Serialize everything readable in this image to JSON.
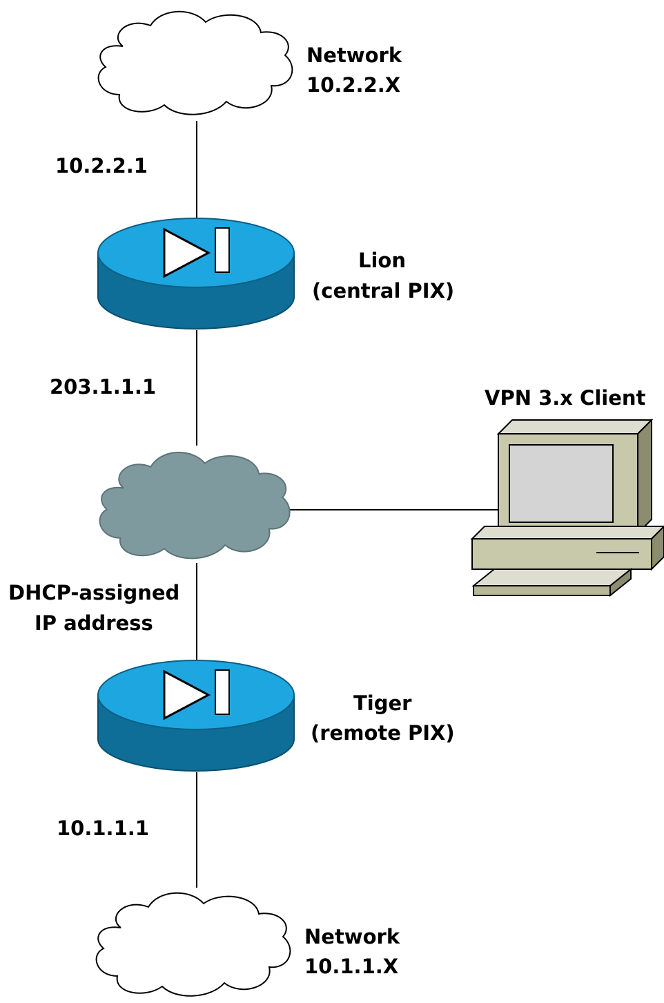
{
  "nodes": {
    "top_network": {
      "line1": "Network",
      "line2": "10.2.2.X"
    },
    "lion": {
      "name": "Lion",
      "role": "(central PIX)"
    },
    "tiger": {
      "name": "Tiger",
      "role": "(remote PIX)"
    },
    "bottom_network": {
      "line1": "Network",
      "line2": "10.1.1.X"
    },
    "vpn_client": {
      "name": "VPN 3.x Client"
    }
  },
  "interfaces": {
    "lion_inside": "10.2.2.1",
    "lion_outside": "203.1.1.1",
    "tiger_outside_line1": "DHCP-assigned",
    "tiger_outside_line2": "IP address",
    "tiger_inside": "10.1.1.1"
  },
  "colors": {
    "cloud_outline": "#000000",
    "cloud_fill_private": "#ffffff",
    "cloud_fill_internet": "#7f9a9e",
    "pix_top": "#1ea6e0",
    "pix_side": "#0e6e98",
    "computer_body": "#c8c8aa",
    "computer_screen": "#d4d4d4",
    "link": "#000000"
  },
  "icons": [
    "cloud-icon",
    "pix-firewall-icon",
    "computer-icon"
  ]
}
